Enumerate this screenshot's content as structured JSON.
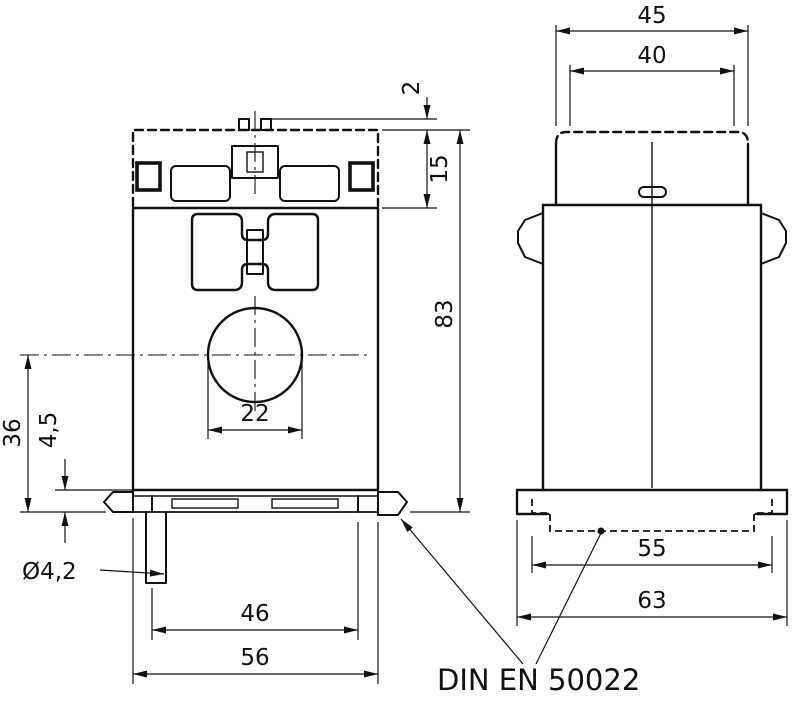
{
  "annotation": {
    "rail_standard": "DIN EN 50022"
  },
  "dimensions": {
    "front_view": {
      "screw_protrusion": "2",
      "cover_height": "15",
      "total_height": "83",
      "hole_center_to_base": "36",
      "base_lip": "4,5",
      "foot_hole_diameter": "Ø4,2",
      "window_width": "22",
      "clip_span": "46",
      "body_width": "56"
    },
    "side_view": {
      "cover_depth": "45",
      "cover_top_depth": "40",
      "base_inner_depth": "55",
      "base_depth": "63"
    }
  }
}
